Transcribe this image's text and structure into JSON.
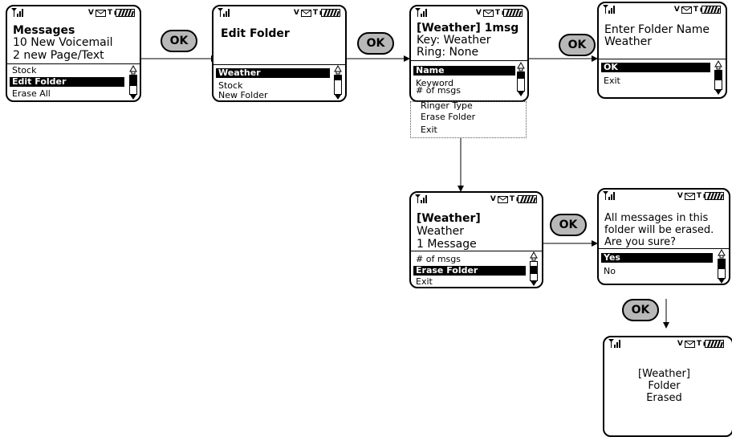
{
  "status": {
    "v": "V",
    "t": "T"
  },
  "screens": {
    "s1": {
      "title": "Messages",
      "line2": "10 New Voicemail",
      "line3": "2 new Page/Text",
      "items": [
        "Stock",
        "Edit Folder",
        "Erase All"
      ]
    },
    "s2": {
      "title": "Edit Folder",
      "items": [
        "Weather",
        "Stock",
        "New Folder"
      ]
    },
    "s3": {
      "title": "[Weather] 1msg",
      "line2": "Key: Weather",
      "line3": "Ring: None",
      "items": [
        "Name",
        "Keyword",
        "# of msgs"
      ],
      "more_items": [
        "Ringer Type",
        "Erase Folder",
        "Exit"
      ]
    },
    "s4": {
      "line1": "Enter Folder Name",
      "line2": "Weather",
      "items": [
        "OK",
        "Exit"
      ]
    },
    "s5": {
      "title": "[Weather]",
      "line2": "Weather",
      "line3": "1 Message",
      "items": [
        "# of msgs",
        "Erase Folder",
        "Exit"
      ]
    },
    "s6": {
      "line1": "All messages in this",
      "line2": "folder will be erased.",
      "line3": "Are you sure?",
      "items": [
        "Yes",
        "No"
      ]
    },
    "s7": {
      "line1": "[Weather]",
      "line2": "Folder",
      "line3": "Erased"
    }
  },
  "ok_label": "OK"
}
